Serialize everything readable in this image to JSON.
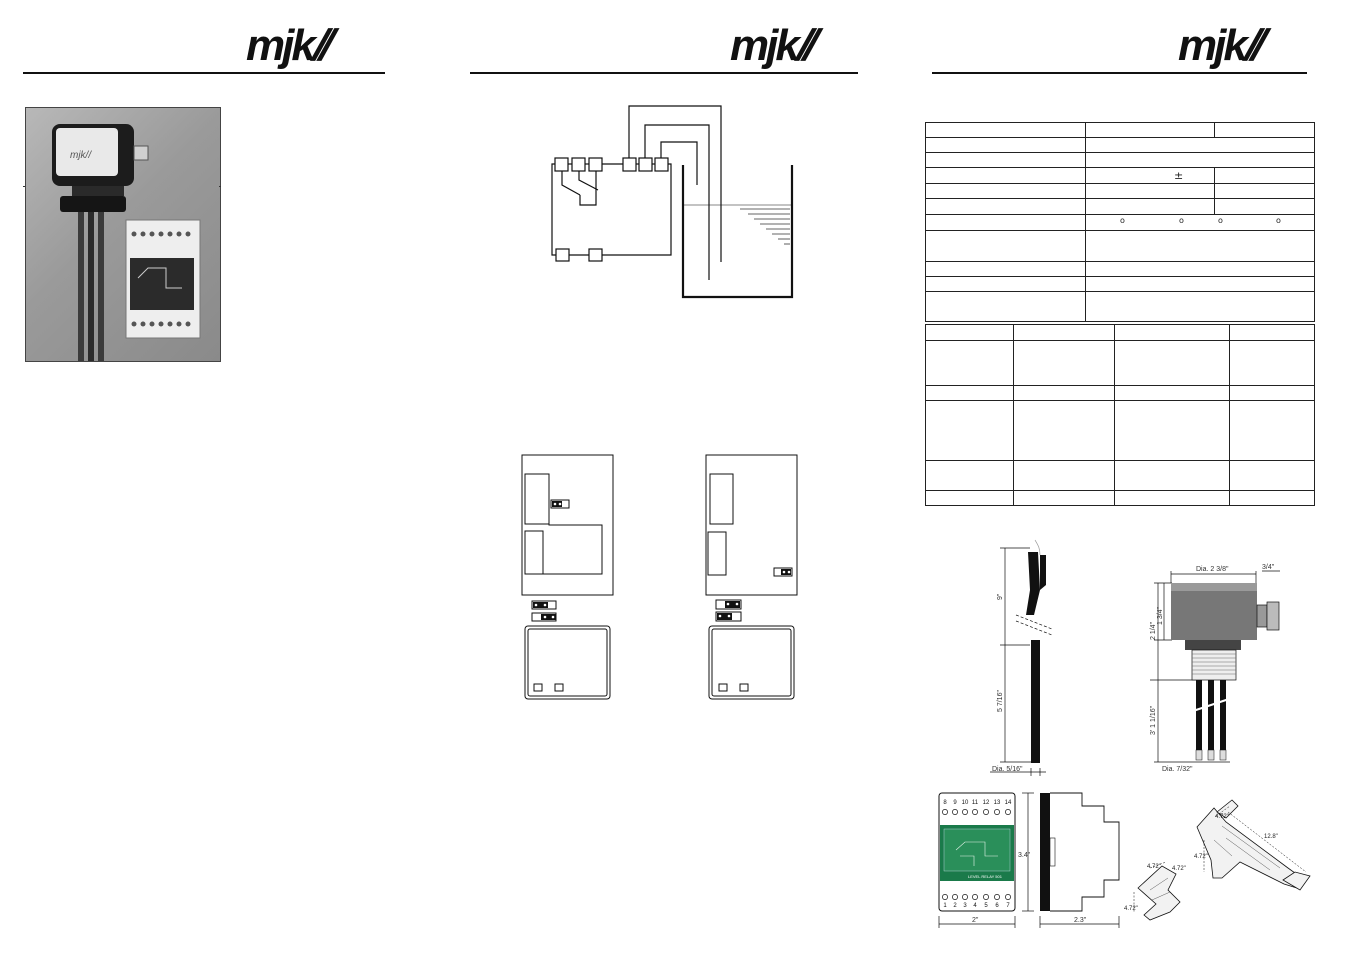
{
  "brand": {
    "logo_text": "mjk",
    "logo_slashes": "//"
  },
  "spec_table": {
    "plus_minus": "±",
    "degree": "o"
  },
  "relay_label_small": "LEVEL RELAY 501",
  "terminals_top": [
    "8",
    "9",
    "10",
    "11",
    "12",
    "13",
    "14"
  ],
  "terminals_bottom": [
    "1",
    "2",
    "3",
    "4",
    "5",
    "6",
    "7"
  ],
  "electrode_dims": {
    "length_top": "9\"",
    "length_bottom": "5 7/16\"",
    "dia": "Dia. 5/16\""
  },
  "housing_dims": {
    "dia_top": "Dia. 2 3/8\"",
    "gland": "3/4\"",
    "height_head": "1 3/4\"",
    "height_total": "2 1/4\"",
    "rod_length": "3' 1 1/16\"",
    "dia_rod": "Dia. 7/32\""
  },
  "relay_dims": {
    "height": "3.4\"",
    "width": "2\"",
    "depth": "2.3\""
  },
  "bracket_dims": {
    "a": "4.72\"",
    "b": "12.8\"",
    "c": "4.72\"",
    "d": "4.72\"",
    "e": "4.72\"",
    "f": "4.72\""
  }
}
